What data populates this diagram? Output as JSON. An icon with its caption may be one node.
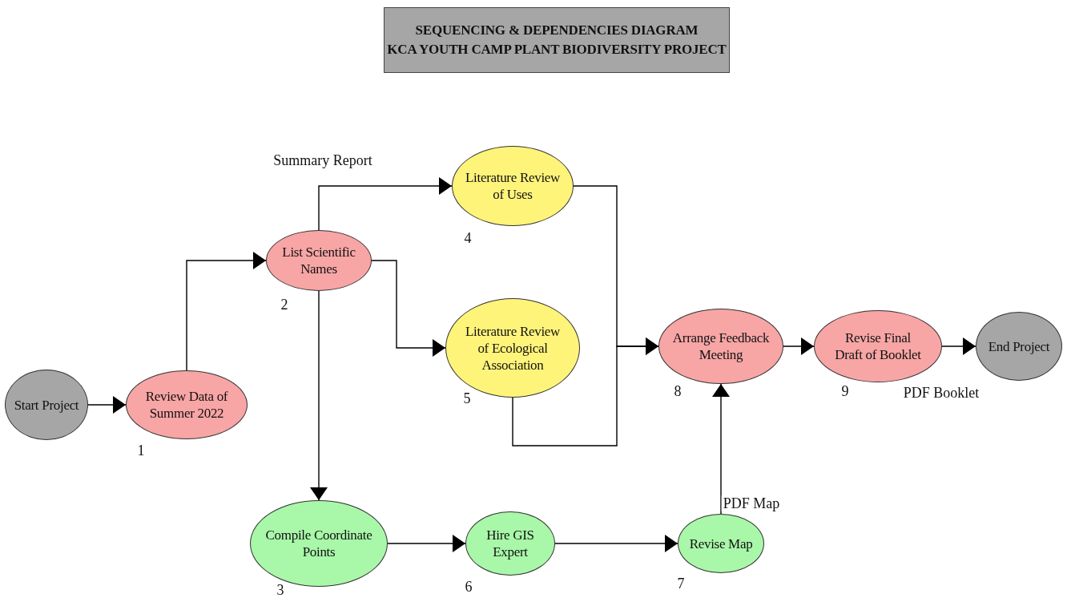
{
  "diagram": {
    "nodes": [
      {
        "text": [
          "SEQUENCING & DEPENDENCIES DIAGRAM",
          "KCA YOUTH CAMP PLANT BIODIVERSITY PROJECT"
        ]
      },
      {
        "text": [
          "Start Project"
        ]
      },
      {
        "text": [
          "Review Data of Summer 2022"
        ],
        "beside": [
          "1"
        ]
      },
      {
        "text": [
          "List Scientific Names"
        ],
        "beside": [
          "2"
        ]
      },
      {
        "text": [
          "Literature Review of Uses"
        ],
        "beside": [
          "4"
        ]
      },
      {
        "text": [
          "Literature Review of Ecological Association"
        ],
        "beside": [
          "5"
        ]
      },
      {
        "text": [
          "Compile Coordinate Points"
        ],
        "beside": [
          "3"
        ]
      },
      {
        "text": [
          "Hire GIS Expert"
        ],
        "beside": [
          "6"
        ]
      },
      {
        "text": [
          "Revise Map"
        ],
        "beside": [
          "7"
        ]
      },
      {
        "text": [
          "Arrange Feedback Meeting"
        ],
        "beside": [
          "8"
        ]
      },
      {
        "text": [
          "Revise Final Draft of Booklet"
        ],
        "beside": [
          "9"
        ]
      },
      {
        "text": [
          "End Project"
        ]
      }
    ],
    "edges": [
      {
        "from": 1,
        "to": 2,
        "arrow": "to"
      },
      {
        "from": 2,
        "to": 3,
        "arrow": "to"
      },
      {
        "from": 3,
        "to": 4,
        "arrow": "to",
        "label": "Summary Report"
      },
      {
        "from": 3,
        "to": 5,
        "arrow": "to"
      },
      {
        "from": 3,
        "to": 6,
        "arrow": "to"
      },
      {
        "from": 6,
        "to": 7,
        "arrow": "to"
      },
      {
        "from": 7,
        "to": 8,
        "arrow": "to"
      },
      {
        "from": 8,
        "to": 9,
        "arrow": "to",
        "label": "PDF Map"
      },
      {
        "from": 4,
        "to": 9,
        "arrow": "to"
      },
      {
        "from": 5,
        "to": 9,
        "arrow": "to"
      },
      {
        "from": 9,
        "to": 10,
        "arrow": "to"
      },
      {
        "from": 10,
        "to": 11,
        "arrow": "to",
        "label": "PDF Booklet"
      }
    ]
  }
}
